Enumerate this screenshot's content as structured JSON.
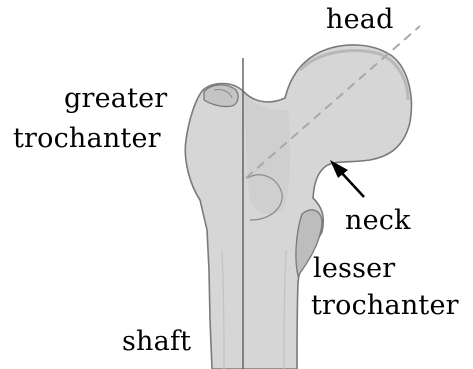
{
  "labels": {
    "head": "head",
    "greater_trochanter_line1": "greater",
    "greater_trochanter_line2": "trochanter",
    "neck": "neck",
    "lesser_trochanter_line1": "lesser",
    "lesser_trochanter_line2": "trochanter",
    "shaft": "shaft"
  },
  "colors": {
    "bone_fill": "#d8d8d8",
    "bone_shade": "#bcbcbc",
    "outline": "#7a7a7a",
    "axis_line": "#5c5c5c",
    "neck_axis_dashed": "#a8a8a8",
    "label_text": "#000000"
  }
}
